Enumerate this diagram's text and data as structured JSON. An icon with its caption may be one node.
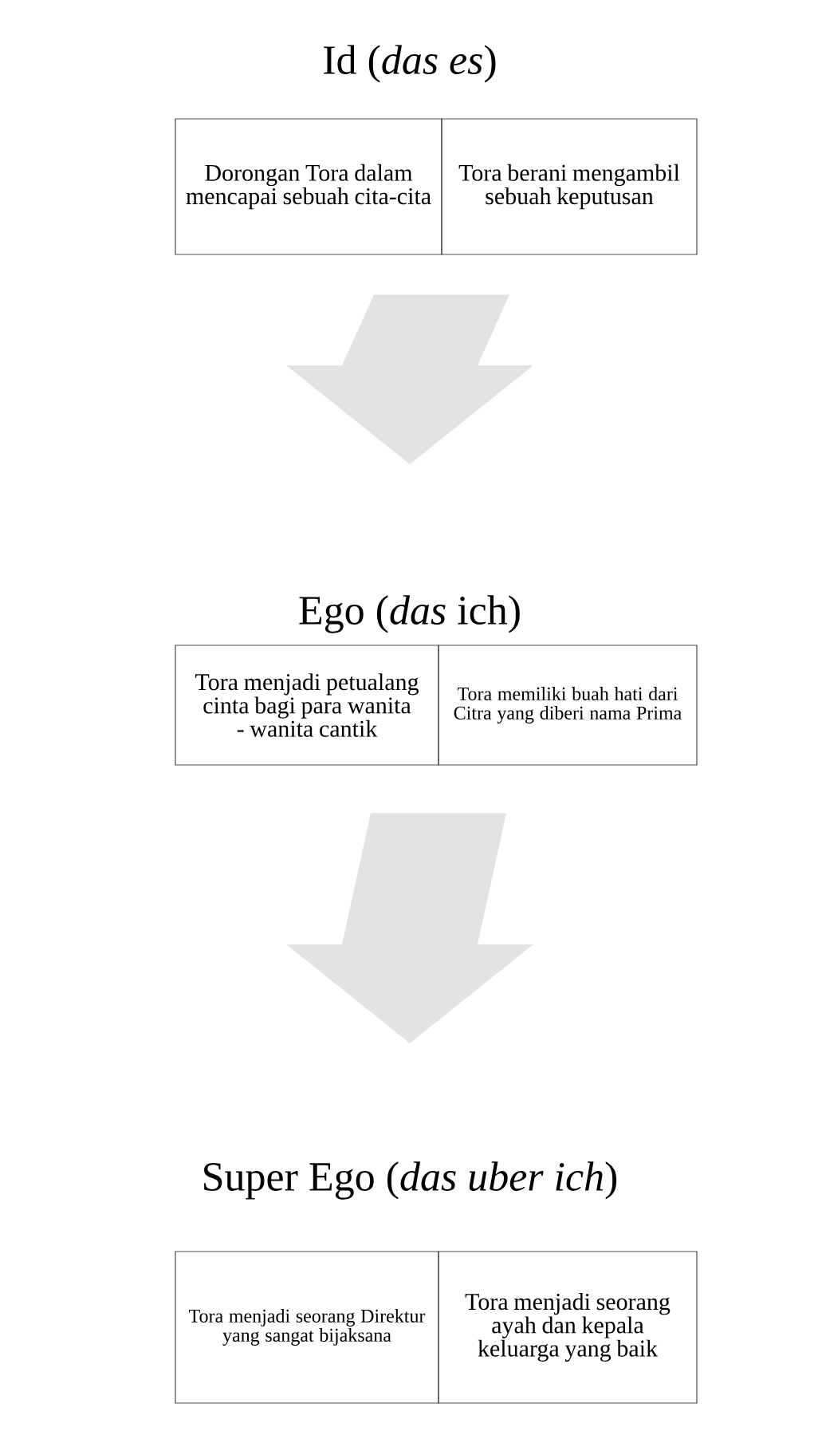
{
  "diagram": {
    "nodes": [
      {
        "text": [
          "Id (*das es*)"
        ]
      },
      {
        "text": [
          "Dorongan Tora dalam mencapai sebuah cita-cita"
        ]
      },
      {
        "text": [
          "Tora berani mengambil sebuah keputusan"
        ]
      },
      {
        "text": [
          "Ego (*das* ich)"
        ]
      },
      {
        "text": [
          "Tora menjadi petualang cinta bagi para wanita - wanita cantik"
        ]
      },
      {
        "text": [
          "Tora memiliki buah hati dari Citra yang diberi nama Prima"
        ]
      },
      {
        "text": [
          "Super Ego (*das uber ich*)"
        ]
      },
      {
        "text": [
          "Tora menjadi seorang Direktur yang sangat bijaksana"
        ]
      },
      {
        "text": [
          "Tora menjadi seorang ayah dan kepala keluarga yang baik"
        ]
      }
    ],
    "edges": [
      {
        "from": 1,
        "to": 3,
        "arrow": "to"
      },
      {
        "from": 2,
        "to": 3,
        "arrow": "to"
      },
      {
        "from": 4,
        "to": 6,
        "arrow": "to"
      },
      {
        "from": 5,
        "to": 6,
        "arrow": "to"
      }
    ]
  }
}
